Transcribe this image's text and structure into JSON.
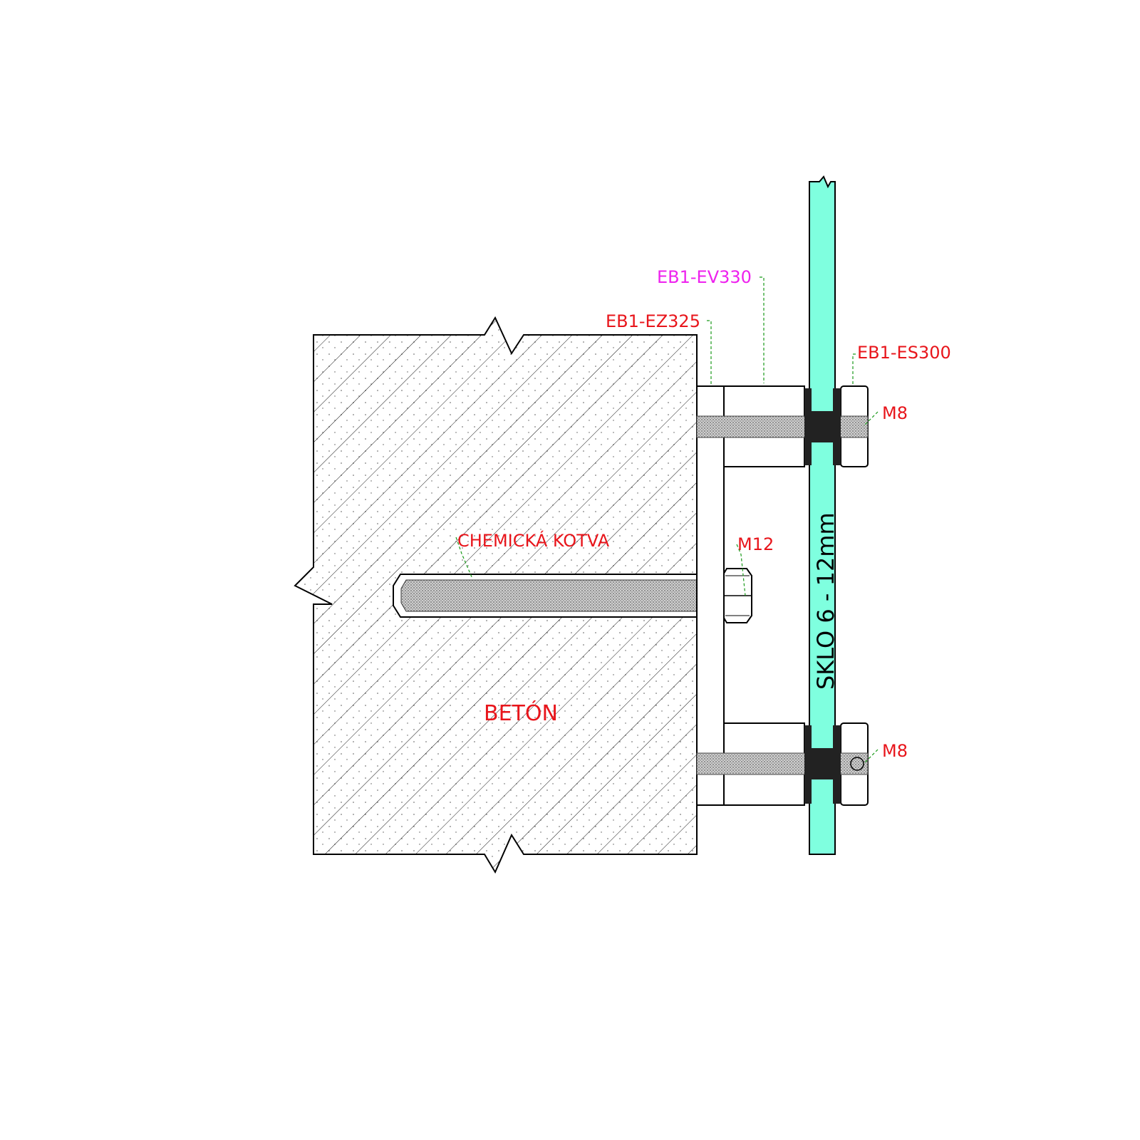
{
  "labels": {
    "ev330": "EB1-EV330",
    "ez325": "EB1-EZ325",
    "es300": "EB1-ES300",
    "m8_top": "M8",
    "m8_bottom": "M8",
    "m12": "M12",
    "chemical_anchor": "CHEMICKÁ KOTVA",
    "concrete": "BETÓN",
    "glass": "SKLO  6 - 12mm"
  },
  "colors": {
    "glass": "#7fffdf",
    "gasket": "#222222",
    "label_red": "#e8151b",
    "label_magenta": "#ee22ee",
    "leader_green": "#1a9a1a"
  }
}
